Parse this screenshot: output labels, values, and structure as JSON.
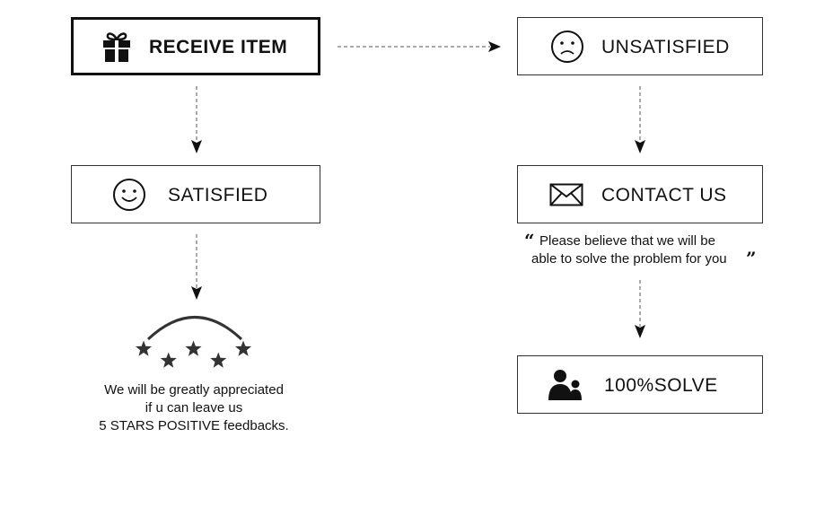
{
  "nodes": {
    "receive": {
      "label": "RECEIVE ITEM",
      "icon": "gift-icon"
    },
    "unsatisfied": {
      "label": "UNSATISFIED",
      "icon": "sad-face-icon"
    },
    "satisfied": {
      "label": "SATISFIED",
      "icon": "smiley-face-icon"
    },
    "contact": {
      "label": "CONTACT US",
      "icon": "envelope-icon"
    },
    "solve": {
      "label": "100%SOLVE",
      "icon": "people-icon"
    }
  },
  "feedback": {
    "lines": [
      "We will be greatly appreciated",
      "if u can leave us",
      "5 STARS POSITIVE feedbacks."
    ],
    "stars": 5
  },
  "contact_note": {
    "open_quote": "“",
    "close_quote": "”",
    "lines": [
      "Please believe that we will be",
      "able to solve the problem for you"
    ]
  },
  "colors": {
    "stroke": "#333333",
    "ink": "#111111"
  }
}
